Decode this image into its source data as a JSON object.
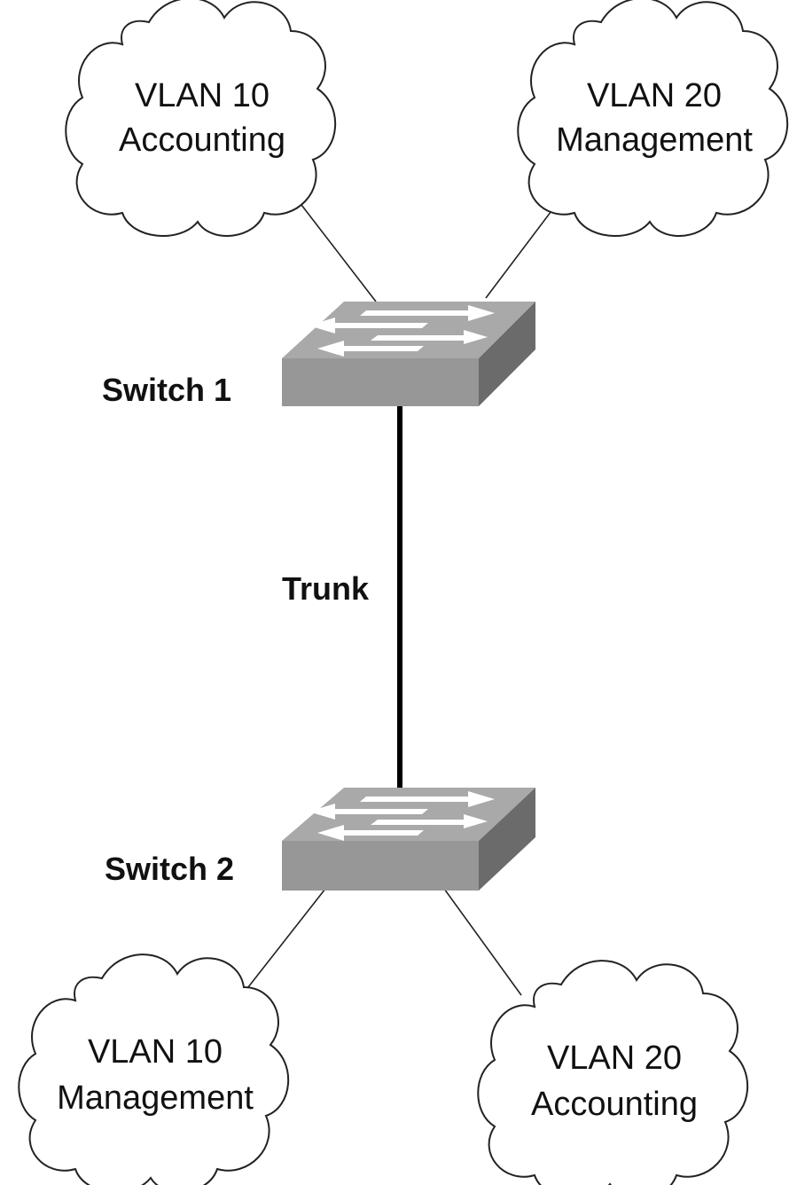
{
  "diagram": {
    "clouds": {
      "top_left": {
        "line1": "VLAN 10",
        "line2": "Accounting"
      },
      "top_right": {
        "line1": "VLAN 20",
        "line2": "Management"
      },
      "bottom_left": {
        "line1": "VLAN 10",
        "line2": "Management"
      },
      "bottom_right": {
        "line1": "VLAN 20",
        "line2": "Accounting"
      }
    },
    "switches": {
      "switch1": {
        "label": "Switch 1",
        "icon": "switch-icon"
      },
      "switch2": {
        "label": "Switch 2",
        "icon": "switch-icon"
      }
    },
    "trunk": {
      "label": "Trunk"
    },
    "colors": {
      "switch_top": "#a9a9a9",
      "switch_front": "#979797",
      "switch_side": "#6b6b6b",
      "arrow_fill": "#ffffff",
      "line": "#000000"
    }
  }
}
